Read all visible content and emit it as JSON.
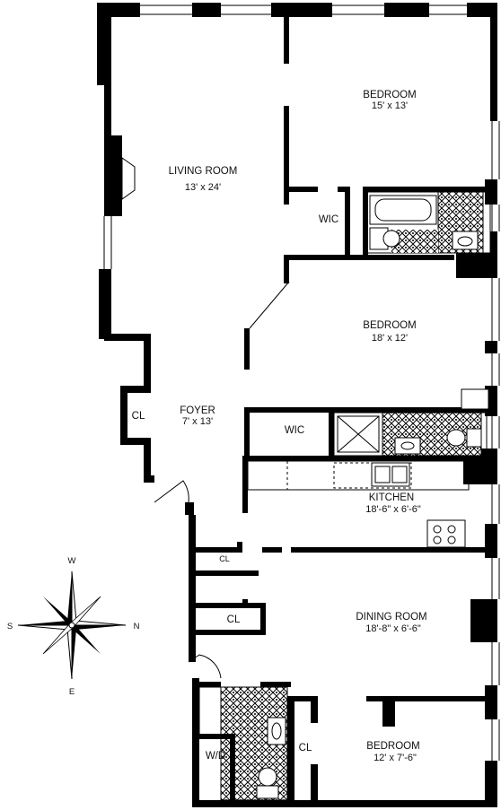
{
  "rooms": {
    "living_room": {
      "name": "LIVING ROOM",
      "dims": "13' x 24'"
    },
    "bedroom_1": {
      "name": "BEDROOM",
      "dims": "15' x 13'"
    },
    "bedroom_2": {
      "name": "BEDROOM",
      "dims": "18' x 12'"
    },
    "bedroom_3": {
      "name": "BEDROOM",
      "dims": "12' x 7'-6\""
    },
    "foyer": {
      "name": "FOYER",
      "dims": "7' x 13'"
    },
    "kitchen": {
      "name": "KITCHEN",
      "dims": "18'-6\" x 6'-6\""
    },
    "dining_room": {
      "name": "DINING ROOM",
      "dims": "18'-8\" x 6'-6\""
    }
  },
  "small_spaces": {
    "wic_1": "WIC",
    "wic_2": "WIC",
    "cl_foyer": "CL",
    "cl_upper": "CL",
    "cl_mid": "CL",
    "cl_bedroom": "CL",
    "wd": "W/D"
  },
  "compass": {
    "w": "W",
    "s": "S",
    "n": "N",
    "e": "E"
  },
  "colors": {
    "wall": "#000000",
    "background": "#ffffff"
  }
}
